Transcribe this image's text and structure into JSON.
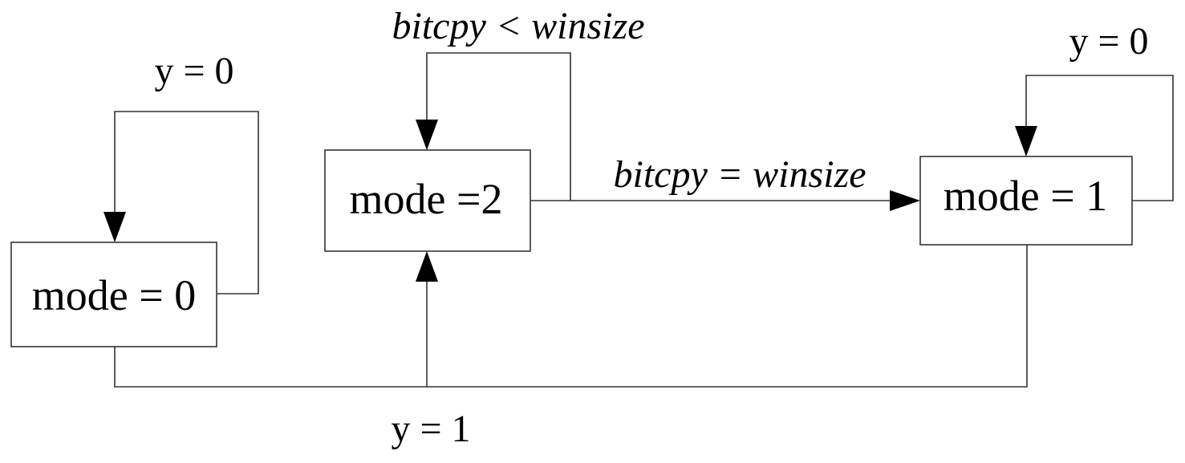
{
  "states": {
    "mode0": {
      "label": "mode = 0"
    },
    "mode2": {
      "label": "mode =2"
    },
    "mode1": {
      "label": "mode = 1"
    }
  },
  "transitions": {
    "mode0_self": {
      "label": "y = 0"
    },
    "mode2_self": {
      "label": "bitcpy < winsize"
    },
    "mode2_to_mode1": {
      "label": "bitcpy = winsize"
    },
    "mode1_self": {
      "label": "y = 0"
    },
    "to_mode2": {
      "label": "y = 1"
    }
  }
}
